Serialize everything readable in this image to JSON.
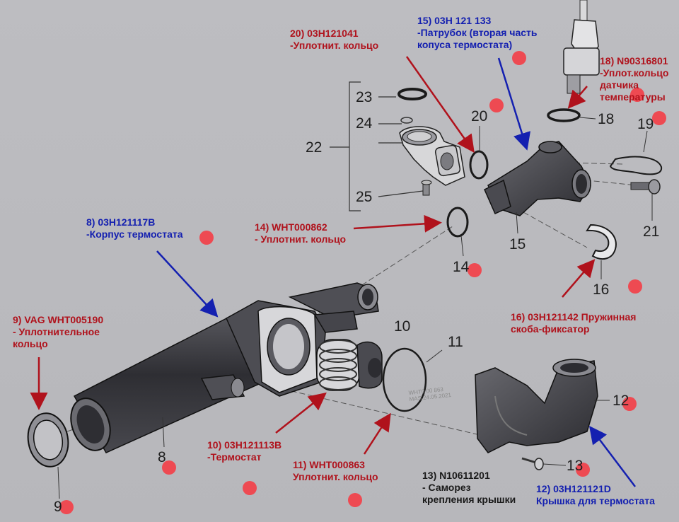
{
  "callouts": {
    "c20": {
      "code": "20) 03H121041",
      "desc": "-Уплотнит. кольцо"
    },
    "c15": {
      "code": "15) 03H 121 133",
      "desc1": "-Патрубок (вторая часть",
      "desc2": "копуса термостата)"
    },
    "c18": {
      "code": "18) N90316801",
      "desc1": "-Уплот.кольцо",
      "desc2": "датчика",
      "desc3": "температуры"
    },
    "c8": {
      "code": "8) 03H121117B",
      "desc": "-Корпус термостата"
    },
    "c14": {
      "code": "14) WHT000862",
      "desc": "- Уплотнит. кольцо"
    },
    "c9": {
      "code": "9) VAG WHT005190",
      "desc1": "- Уплотнительное",
      "desc2": "кольцо"
    },
    "c16": {
      "code": "16) 03H121142  Пружинная",
      "desc": "скоба-фиксатор"
    },
    "c10": {
      "code": "10) 03H121113B",
      "desc": "-Термостат"
    },
    "c11": {
      "code": "11) WHT000863",
      "desc": "Уплотнит. кольцо"
    },
    "c13": {
      "code": "13) N10611201",
      "desc1": "- Саморез",
      "desc2": "крепления крышки"
    },
    "c12": {
      "code": "12) 03H121121D",
      "desc": "Крышка для термостата"
    }
  },
  "part_numbers": {
    "n23": "23",
    "n24": "24",
    "n22": "22",
    "n25": "25",
    "n20": "20",
    "n18": "18",
    "n19": "19",
    "n21": "21",
    "n15": "15",
    "n14": "14",
    "n16": "16",
    "n10": "10",
    "n11": "11",
    "n12": "12",
    "n13": "13",
    "n8": "8",
    "n9": "9"
  },
  "watermark": {
    "line1": "WHT0 00 863",
    "line2": "MAS 24.05.2021"
  },
  "colors": {
    "red_text": "#b0121c",
    "blue_text": "#1420b0",
    "marker": "#ee4a52",
    "background": "#b9b9bd",
    "part_dark": "#3a3a3e"
  }
}
